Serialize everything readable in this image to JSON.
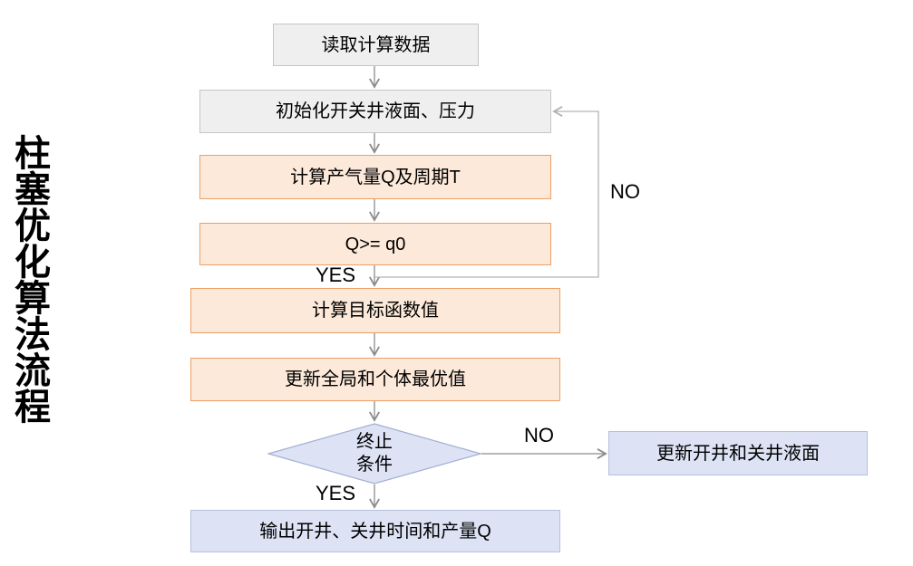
{
  "title": {
    "text": "柱塞优化算法流程"
  },
  "flowchart": {
    "nodes": {
      "read_data": {
        "label": "读取计算数据"
      },
      "init": {
        "label": "初始化开关井液面、压力"
      },
      "calc_q_t": {
        "label": "计算产气量Q及周期T"
      },
      "condition_q": {
        "label": "Q>= q0"
      },
      "calc_objective": {
        "label": "计算目标函数值"
      },
      "update_best": {
        "label": "更新全局和个体最优值"
      },
      "terminate": {
        "line1": "终止",
        "line2": "条件"
      },
      "update_liquid": {
        "label": "更新开井和关井液面"
      },
      "output": {
        "label": "输出开井、关井时间和产量Q"
      }
    },
    "edge_labels": {
      "yes1": "YES",
      "no_loop": "NO",
      "no2": "NO",
      "yes2": "YES"
    },
    "colors": {
      "gray_fill": "#efefef",
      "gray_border": "#c6c6c6",
      "orange_fill": "#fce9da",
      "orange_border": "#ec9e67",
      "blue_fill": "#dde3f5",
      "blue_border": "#b6c0de",
      "diamond_border": "#a4afd2",
      "line_dark": "#8c8c8c",
      "line_light": "#b3b3b3"
    }
  }
}
